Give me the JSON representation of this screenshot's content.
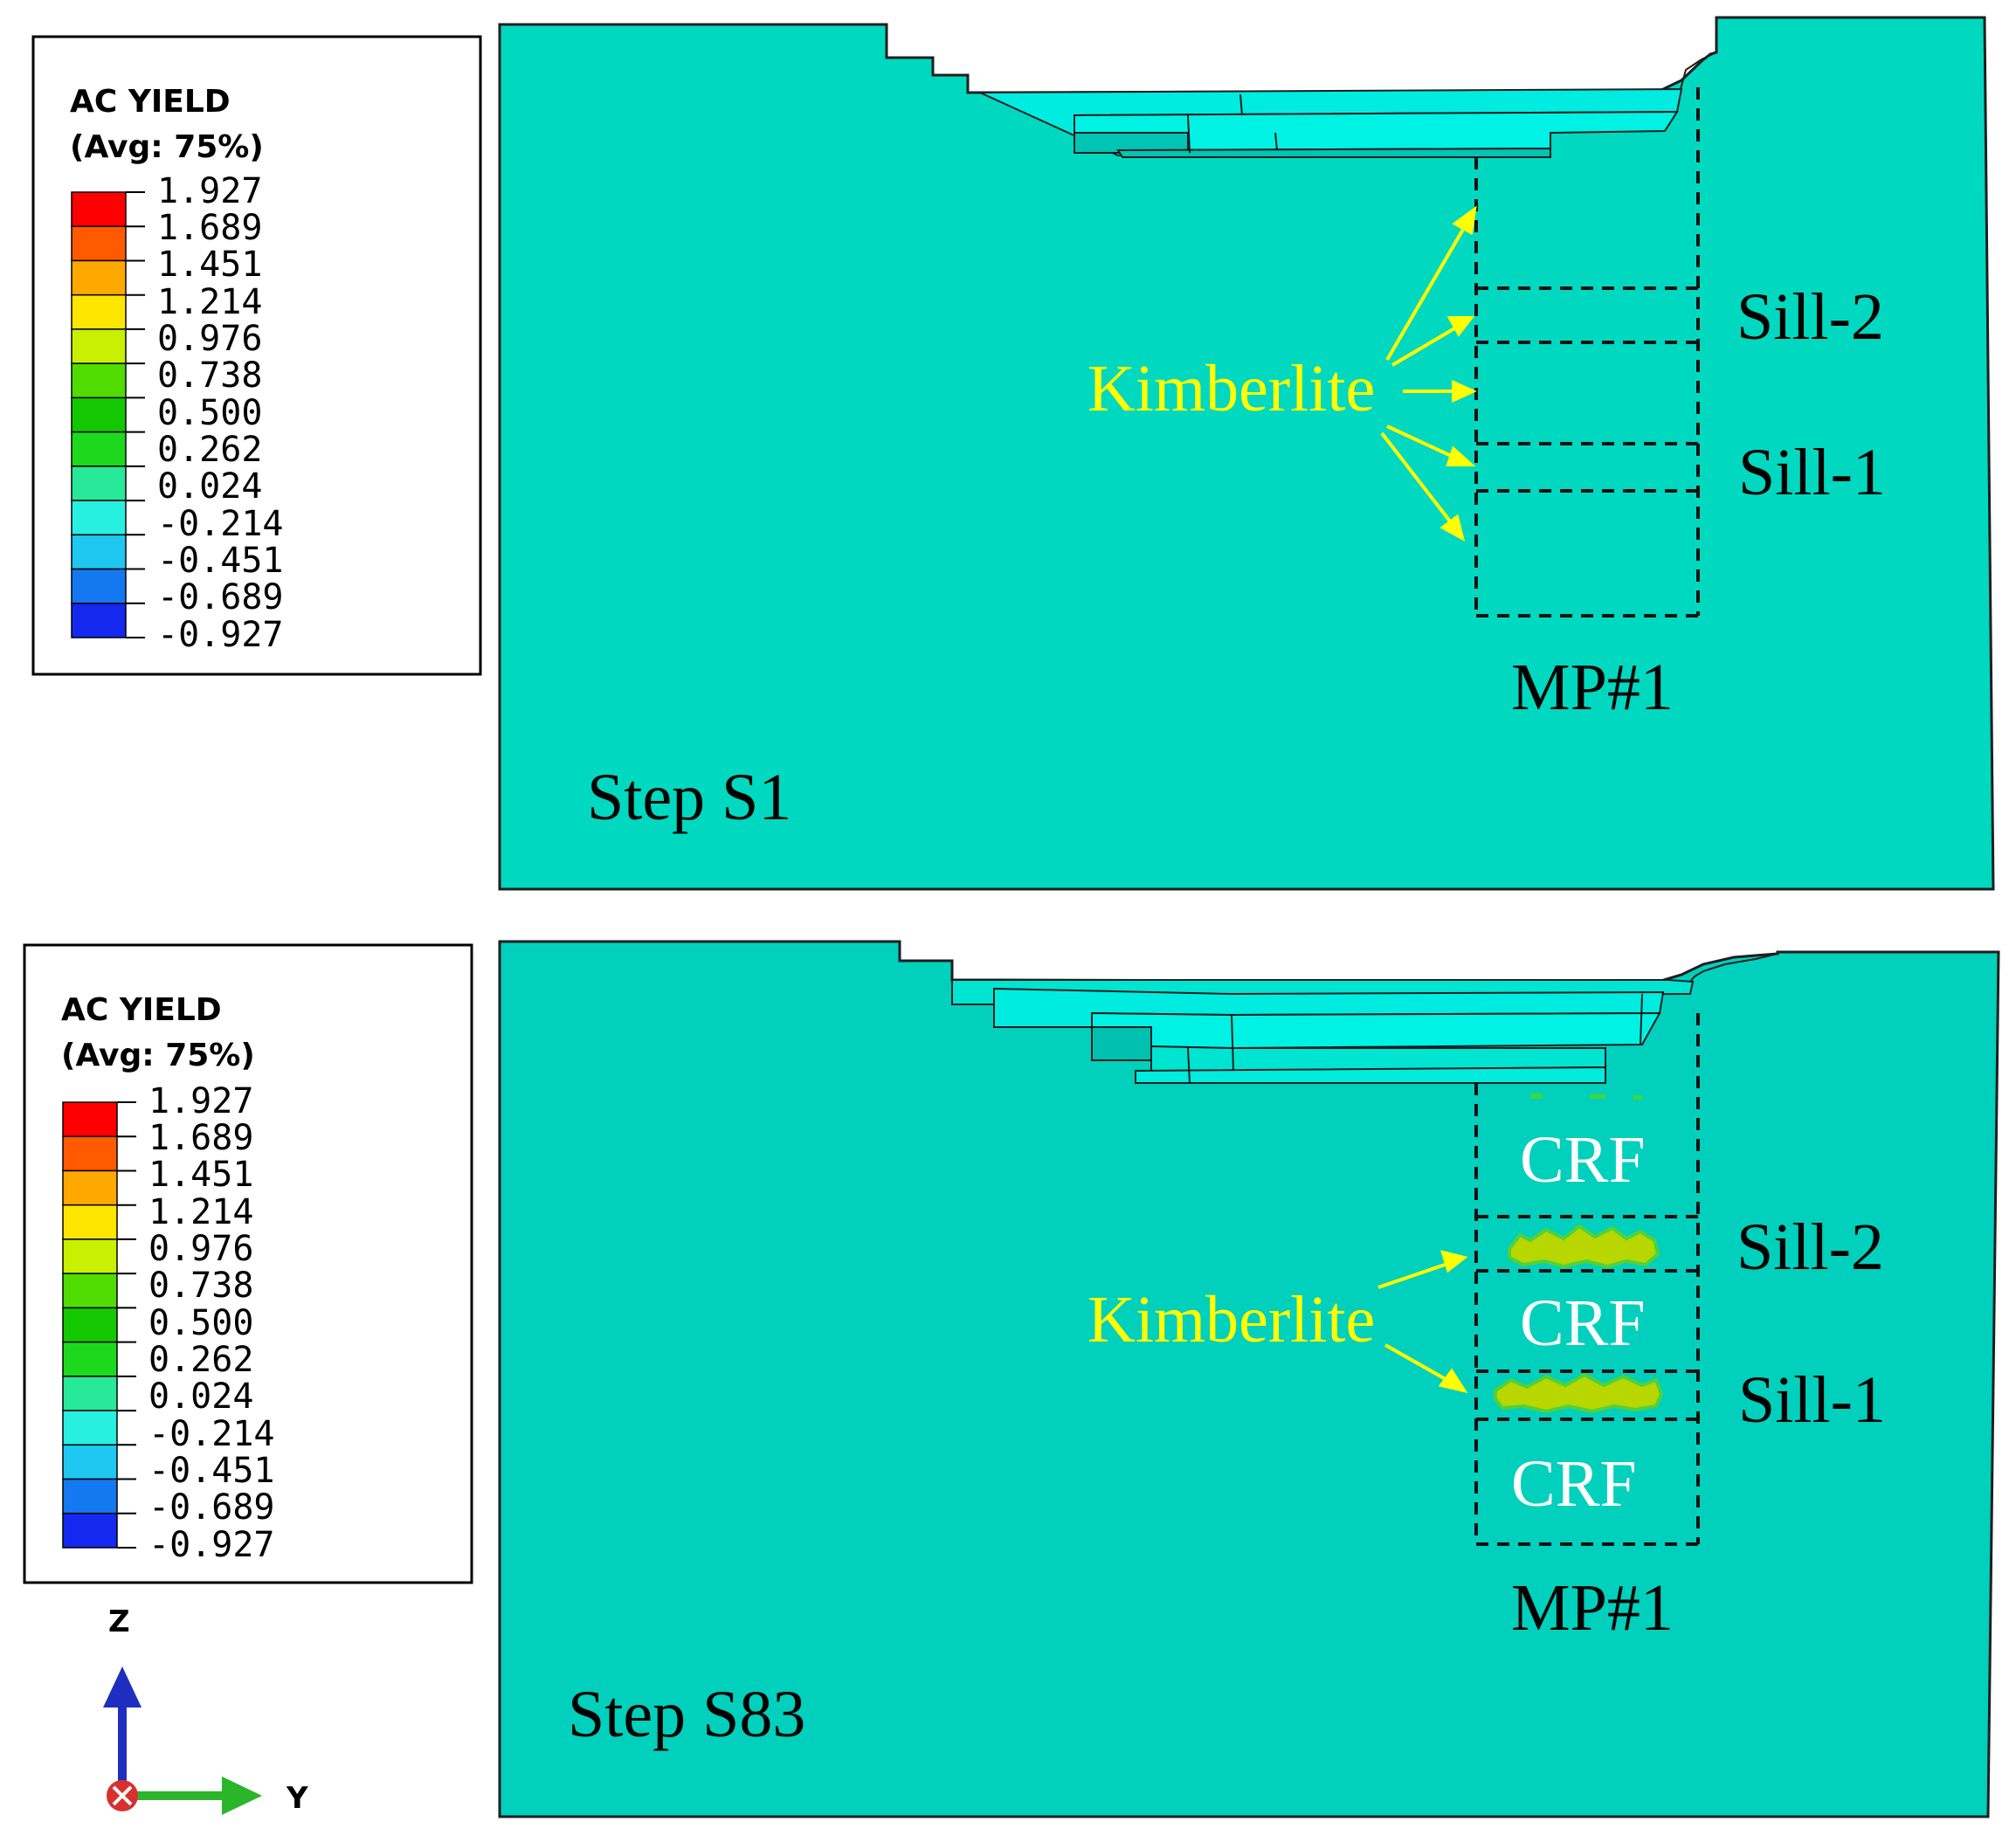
{
  "panels": [
    {
      "id": "s1",
      "step_label": "Step S1",
      "legend": {
        "title": "AC YIELD",
        "subtitle": "(Avg: 75%)",
        "values": [
          "1.927",
          "1.689",
          "1.451",
          "1.214",
          "0.976",
          "0.738",
          "0.500",
          "0.262",
          "0.024",
          "-0.214",
          "-0.451",
          "-0.689",
          "-0.927"
        ]
      },
      "kimberlite_label": "Kimberlite",
      "sill_upper": "Sill-2",
      "sill_lower": "Sill-1",
      "monitoring_point": "MP#1",
      "crf_labels": []
    },
    {
      "id": "s83",
      "step_label": "Step S83",
      "legend": {
        "title": "AC YIELD",
        "subtitle": "(Avg: 75%)",
        "values": [
          "1.927",
          "1.689",
          "1.451",
          "1.214",
          "0.976",
          "0.738",
          "0.500",
          "0.262",
          "0.024",
          "-0.214",
          "-0.451",
          "-0.689",
          "-0.927"
        ]
      },
      "kimberlite_label": "Kimberlite",
      "sill_upper": "Sill-2",
      "sill_lower": "Sill-1",
      "monitoring_point": "MP#1",
      "crf_labels": [
        "CRF",
        "CRF",
        "CRF"
      ]
    }
  ],
  "colormap": [
    "#ff0000",
    "#ff5a00",
    "#ffa800",
    "#ffe600",
    "#c8f000",
    "#50dc00",
    "#14c800",
    "#1ed81e",
    "#28e89a",
    "#28f0e0",
    "#1ec8f0",
    "#1478f0",
    "#1428f0"
  ],
  "model_color": "#00d8c0",
  "triad": {
    "z_label": "Z",
    "y_label": "Y"
  }
}
